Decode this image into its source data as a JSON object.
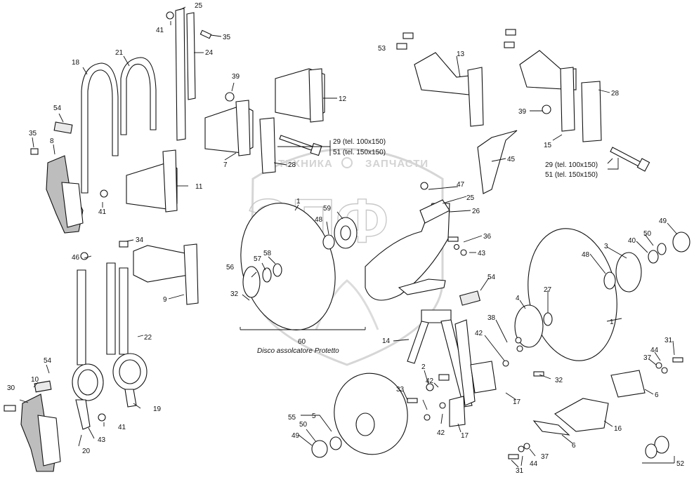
{
  "watermark": {
    "logo_letters": "ЭПФ",
    "left_text": "ТЕХНИКА",
    "right_text": "ЗАПЧАСТИ"
  },
  "caption": "Disco assolcatore Protetto",
  "bolt_callouts": {
    "left": {
      "a": "29 (tel. 100x150)",
      "b": "51 (tel. 150x150)"
    },
    "right": {
      "a": "29 (tel. 100x150)",
      "b": "51 (tel. 150x150)"
    }
  },
  "labels": {
    "l1a": "1",
    "l1b": "1",
    "l2": "2",
    "l3": "3",
    "l4": "4",
    "l5": "5",
    "l6a": "6",
    "l6b": "6",
    "l7": "7",
    "l8": "8",
    "l9": "9",
    "l10": "10",
    "l11": "11",
    "l12": "12",
    "l13": "13",
    "l14": "14",
    "l15": "15",
    "l16": "16",
    "l17a": "17",
    "l17b": "17",
    "l18": "18",
    "l19": "19",
    "l20": "20",
    "l21": "21",
    "l22": "22",
    "l24": "24",
    "l25a": "25",
    "l25b": "25",
    "l26": "26",
    "l27": "27",
    "l28a": "28",
    "l28b": "28",
    "l30": "30",
    "l31a": "31",
    "l31b": "31",
    "l32a": "32",
    "l32b": "32",
    "l33": "33",
    "l34": "34",
    "l35a": "35",
    "l35b": "35",
    "l36": "36",
    "l37a": "37",
    "l37b": "37",
    "l38": "38",
    "l39a": "39",
    "l39b": "39",
    "l40": "40",
    "l41a": "41",
    "l41b": "41",
    "l41c": "41",
    "l42a": "42",
    "l42b": "42",
    "l42c": "42",
    "l43a": "43",
    "l43b": "43",
    "l44a": "44",
    "l44b": "44",
    "l45": "45",
    "l46": "46",
    "l47": "47",
    "l48a": "48",
    "l48b": "48",
    "l49a": "49",
    "l49b": "49",
    "l50a": "50",
    "l50b": "50",
    "l52": "52",
    "l53": "53",
    "l54a": "54",
    "l54b": "54",
    "l54c": "54",
    "l55": "55",
    "l56": "56",
    "l57": "57",
    "l58": "58",
    "l59": "59",
    "l60": "60"
  }
}
